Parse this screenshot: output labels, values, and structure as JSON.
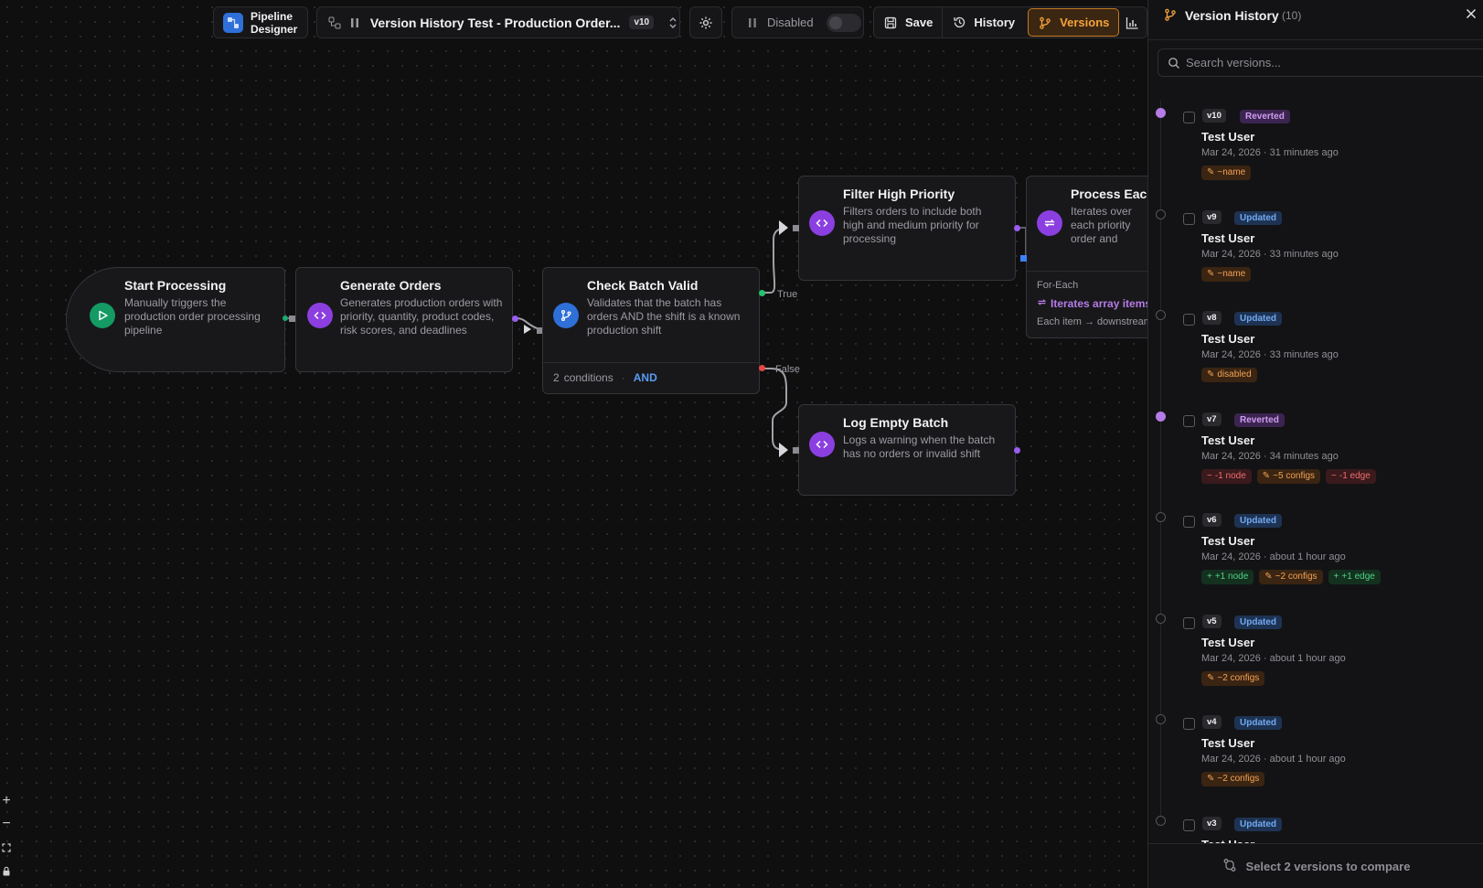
{
  "toolbar": {
    "app_name_line1": "Pipeline",
    "app_name_line2": "Designer",
    "pipeline_title": "Version History Test - Production Order...",
    "version_badge": "v10",
    "status_label": "Disabled",
    "save_label": "Save",
    "history_label": "History",
    "versions_label": "Versions"
  },
  "nodes": {
    "start": {
      "title": "Start Processing",
      "desc": "Manually triggers the production order processing pipeline"
    },
    "generate": {
      "title": "Generate Orders",
      "desc": "Generates production orders with priority, quantity, product codes, risk scores, and deadlines"
    },
    "check": {
      "title": "Check Batch Valid",
      "desc": "Validates that the batch has orders AND the shift is a known production shift",
      "conditions_count": "2",
      "conditions_label": "conditions",
      "operator": "AND"
    },
    "filter": {
      "title": "Filter High Priority",
      "desc": "Filters orders to include both high and medium priority for processing"
    },
    "process": {
      "title": "Process Each",
      "desc": "Iterates over each priority order and individually",
      "mode": "For-Each",
      "iterates": "Iterates array items",
      "each_item": "Each item → downstream"
    },
    "log": {
      "title": "Log Empty Batch",
      "desc": "Logs a warning when the batch has no orders or invalid shift"
    }
  },
  "edges": {
    "true_label": "True",
    "false_label": "False"
  },
  "panel": {
    "title": "Version History",
    "count": "(10)",
    "search_placeholder": "Search versions...",
    "versions": [
      {
        "tag": "v10",
        "status": "Reverted",
        "user": "Test User",
        "date": "Mar 24, 2026 · 31 minutes ago",
        "changes": [
          {
            "kind": "orange",
            "text": "~name"
          }
        ]
      },
      {
        "tag": "v9",
        "status": "Updated",
        "user": "Test User",
        "date": "Mar 24, 2026 · 33 minutes ago",
        "changes": [
          {
            "kind": "orange",
            "text": "~name"
          }
        ]
      },
      {
        "tag": "v8",
        "status": "Updated",
        "user": "Test User",
        "date": "Mar 24, 2026 · 33 minutes ago",
        "changes": [
          {
            "kind": "orange",
            "text": "disabled"
          }
        ]
      },
      {
        "tag": "v7",
        "status": "Reverted",
        "user": "Test User",
        "date": "Mar 24, 2026 · 34 minutes ago",
        "changes": [
          {
            "kind": "red",
            "text": "-1 node"
          },
          {
            "kind": "orange",
            "text": "~5 configs"
          },
          {
            "kind": "red",
            "text": "-1 edge"
          }
        ]
      },
      {
        "tag": "v6",
        "status": "Updated",
        "user": "Test User",
        "date": "Mar 24, 2026 · about 1 hour ago",
        "changes": [
          {
            "kind": "green",
            "text": "+1 node"
          },
          {
            "kind": "orange",
            "text": "~2 configs"
          },
          {
            "kind": "green",
            "text": "+1 edge"
          }
        ]
      },
      {
        "tag": "v5",
        "status": "Updated",
        "user": "Test User",
        "date": "Mar 24, 2026 · about 1 hour ago",
        "changes": [
          {
            "kind": "orange",
            "text": "~2 configs"
          }
        ]
      },
      {
        "tag": "v4",
        "status": "Updated",
        "user": "Test User",
        "date": "Mar 24, 2026 · about 1 hour ago",
        "changes": [
          {
            "kind": "orange",
            "text": "~2 configs"
          }
        ]
      },
      {
        "tag": "v3",
        "status": "Updated",
        "user": "Test User",
        "date": "",
        "changes": []
      }
    ],
    "footer_label": "Select 2 versions to compare"
  },
  "colors": {
    "accent_purple": "#8b3fe0",
    "accent_green": "#149a63",
    "accent_blue": "#2f6fd8",
    "versions_active": "#f5a23c"
  }
}
